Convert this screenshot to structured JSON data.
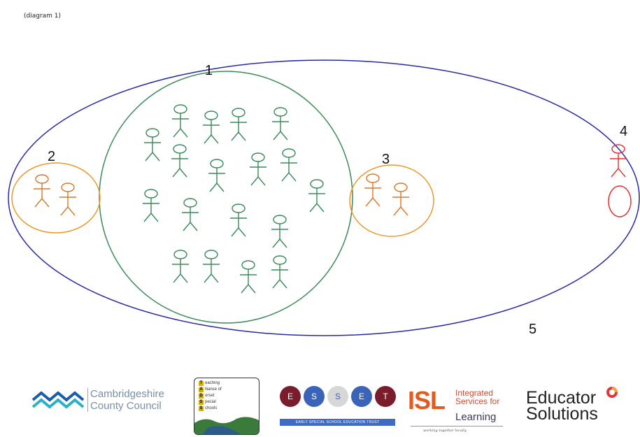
{
  "caption": "(diagram  1)",
  "labels": {
    "group_1": "1",
    "group_2": "2",
    "group_3": "3",
    "group_4": "4",
    "group_5": "5"
  },
  "colors": {
    "outer": "#2a2aa0",
    "inner": "#3a8a5a",
    "side": "#e89a2a",
    "side_figure": "#d9782a",
    "single": "#e03030"
  },
  "logos": {
    "ccc": {
      "line1": "Cambridgeshire",
      "line2": "County Council"
    },
    "tods": {
      "lines": [
        {
          "letter": "T",
          "text": "eaching"
        },
        {
          "letter": "A",
          "text": "lliance of"
        },
        {
          "letter": "D",
          "text": "orset"
        },
        {
          "letter": "S",
          "text": "pecial"
        },
        {
          "letter": "S",
          "text": "chools"
        }
      ]
    },
    "esset": {
      "balls": [
        {
          "letter": "E",
          "color": "#7a1c2c"
        },
        {
          "letter": "S",
          "color": "#3a64b8"
        },
        {
          "letter": "S",
          "color": "#d7d7d7"
        },
        {
          "letter": "E",
          "color": "#3a64b8"
        },
        {
          "letter": "T",
          "color": "#7a1c2c"
        }
      ],
      "strip": "EARLY SPECIAL SCHOOL EDUCATION TRUST"
    },
    "isl": {
      "big": "ISL",
      "side1": "Integrated",
      "side2": "Services for",
      "learning": "Learning",
      "tag": "working together locally"
    },
    "educator": {
      "line1": "Educator",
      "line2": "Solutions"
    }
  }
}
